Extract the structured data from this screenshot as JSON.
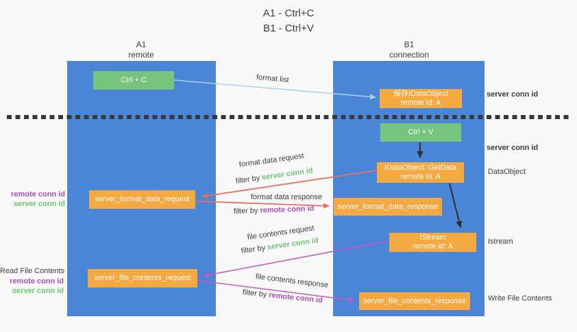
{
  "title": {
    "line1": "A1 - Ctrl+C",
    "line2": "B1 - Ctrl+V"
  },
  "columns": {
    "left": {
      "name": "A1",
      "role": "remote"
    },
    "right": {
      "name": "B1",
      "role": "connection"
    }
  },
  "boxes": {
    "ctrl_c": {
      "label": "Ctrl + C"
    },
    "save_idataobject": {
      "line1": "保存IDataObject",
      "line2": "remote id: A"
    },
    "ctrl_v": {
      "label": "Ctrl + V"
    },
    "getdata": {
      "line1": "IDataObject::GetData",
      "line2": "remote id: A"
    },
    "format_request": {
      "label": "server_format_data_request"
    },
    "format_response": {
      "label": "server_format_data_response"
    },
    "istream": {
      "line1": "IStream",
      "line2": "remote id: A"
    },
    "file_request": {
      "label": "server_file_contents_request"
    },
    "file_response": {
      "label": "server_file_contents_response"
    }
  },
  "flow_labels": {
    "format_list": "format list",
    "format_data_request": "format data request",
    "format_data_response": "format data response",
    "file_contents_request": "file contents request",
    "file_contents_response": "file contents response",
    "filter_by": "filter by ",
    "server_conn_id": "server conn id",
    "remote_conn_id": "remote conn id"
  },
  "side_labels": {
    "read_file_contents": "Read File Contents",
    "write_file_contents": "Write File Contents",
    "dataobject": "DataObject",
    "istream": "Istream"
  },
  "colors": {
    "column_blue": "#4a85d6",
    "box_green": "#77c47e",
    "box_orange": "#f6a941",
    "arrow_lightblue": "#a9d2ef",
    "arrow_red": "#e7705d",
    "arrow_magenta": "#c45ac8",
    "text_green": "#6ec470",
    "text_purple": "#a94fb8",
    "text_dark": "#3c3c3c",
    "bg": "#f9f9f9"
  }
}
